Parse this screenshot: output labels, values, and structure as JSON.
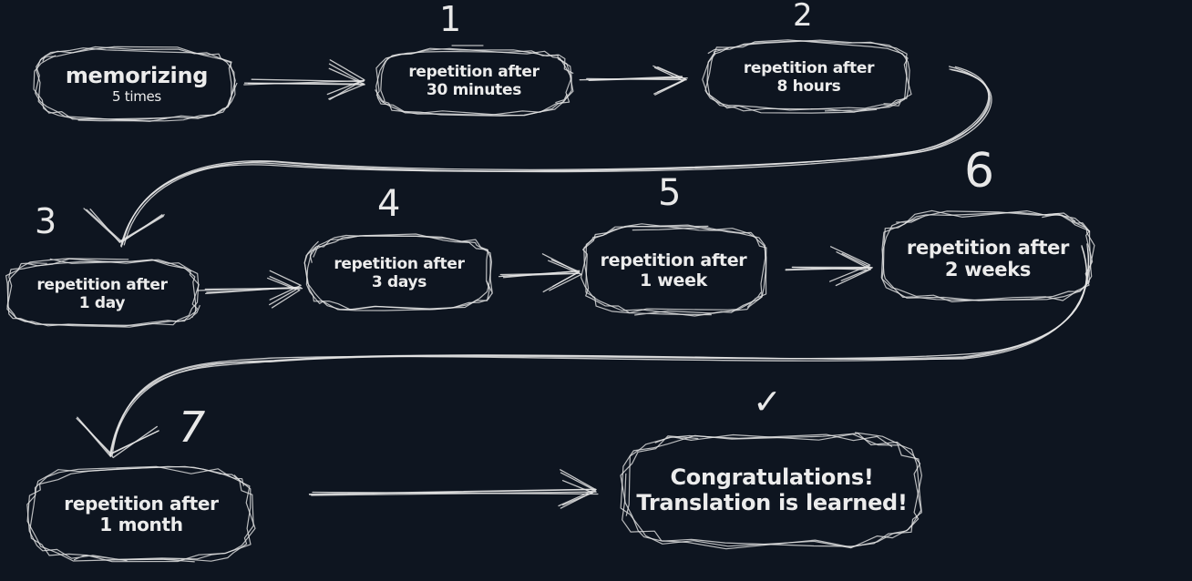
{
  "nodes": [
    {
      "id": "memorizing",
      "line1": "memorizing",
      "line2": "5 times"
    },
    {
      "id": "step1",
      "line1": "repetition after",
      "line2": "30 minutes"
    },
    {
      "id": "step2",
      "line1": "repetition after",
      "line2": "8 hours"
    },
    {
      "id": "step3",
      "line1": "repetition after",
      "line2": "1 day"
    },
    {
      "id": "step4",
      "line1": "repetition after",
      "line2": "3 days"
    },
    {
      "id": "step5",
      "line1": "repetition after",
      "line2": "1 week"
    },
    {
      "id": "step6",
      "line1": "repetition after",
      "line2": "2 weeks"
    },
    {
      "id": "step7",
      "line1": "repetition after",
      "line2": "1 month"
    },
    {
      "id": "done",
      "line1": "Congratulations!",
      "line2": "Translation is learned!"
    }
  ],
  "step_numbers": [
    "1",
    "2",
    "3",
    "4",
    "5",
    "6",
    "7"
  ],
  "done_mark": "✓",
  "colors": {
    "background": "#0e1520",
    "chalk": "#e6e6e6"
  }
}
